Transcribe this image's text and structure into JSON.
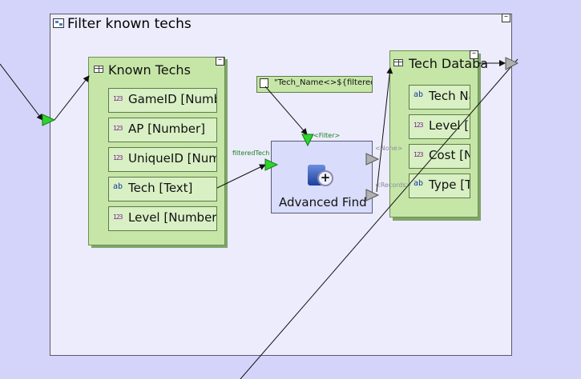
{
  "container": {
    "title": "Filter known techs",
    "minimize_label": "–"
  },
  "known_techs": {
    "title": "Known Techs",
    "minimize_label": "–",
    "fields": [
      {
        "type": "123",
        "label": "GameID [Numb"
      },
      {
        "type": "123",
        "label": "AP [Number]"
      },
      {
        "type": "123",
        "label": "UniqueID [Numl"
      },
      {
        "type": "ab",
        "label": "Tech [Text]"
      },
      {
        "type": "123",
        "label": "Level [Number]"
      }
    ]
  },
  "tech_database": {
    "title": "Tech Databa",
    "minimize_label": "–",
    "fields": [
      {
        "type": "ab",
        "label": "Tech Na"
      },
      {
        "type": "123",
        "label": "Level [N"
      },
      {
        "type": "123",
        "label": "Cost [N"
      },
      {
        "type": "ab",
        "label": "Type [T"
      }
    ]
  },
  "filter": {
    "expression": "\"Tech_Name<>${filteredT"
  },
  "advanced_find": {
    "label": "Advanced Find",
    "icon_glyph": "+",
    "ports": {
      "filter": "<Filter>",
      "filtered_tech": "filteredTech",
      "none": "<None>",
      "records": "<Records>"
    }
  },
  "colors": {
    "background": "#d4d4fa",
    "container": "#ececfd",
    "panel": "#c6e6a8",
    "field": "#d8f0c4",
    "port_active": "#2ed42e",
    "port_inactive": "#b0b0b0"
  },
  "icons": {
    "container": "workflow-icon",
    "table": "table-icon",
    "number_field": "number-type-icon",
    "text_field": "text-type-icon",
    "find": "database-find-icon",
    "filter": "expression-icon"
  }
}
